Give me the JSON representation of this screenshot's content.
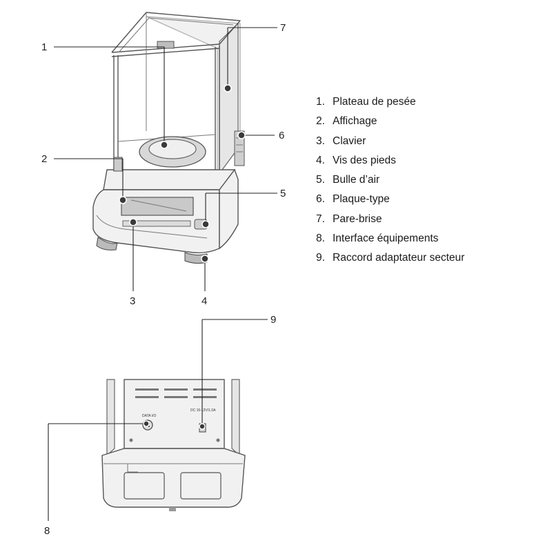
{
  "callout_numbers": [
    "1",
    "2",
    "3",
    "4",
    "5",
    "6",
    "7",
    "8",
    "9"
  ],
  "legend": [
    {
      "num": "1.",
      "label": "Plateau de pesée"
    },
    {
      "num": "2.",
      "label": "Affichage"
    },
    {
      "num": "3.",
      "label": "Clavier"
    },
    {
      "num": "4.",
      "label": "Vis des pieds"
    },
    {
      "num": "5.",
      "label": "Bulle d’air"
    },
    {
      "num": "6.",
      "label": "Plaque-type"
    },
    {
      "num": "7.",
      "label": "Pare-brise"
    },
    {
      "num": "8.",
      "label": "Interface équipements"
    },
    {
      "num": "9.",
      "label": "Raccord adaptateur secteur"
    }
  ],
  "rear_panel": {
    "data_port_label": "DATA I/O",
    "power_label": "DC 15-12V/1.0A"
  }
}
